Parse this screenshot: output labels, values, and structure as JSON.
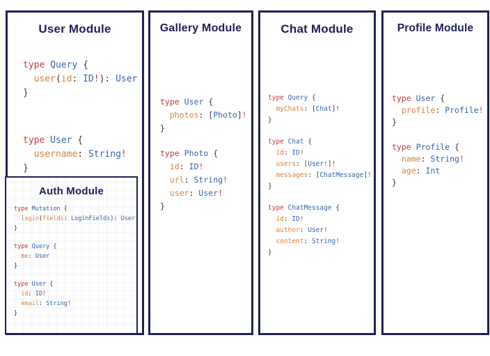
{
  "colors": {
    "navy": "#20205a",
    "keyword_red": "#bf3e3a",
    "type_blue": "#3565ae",
    "field_orange": "#d9813a",
    "punctuation_dark": "#3b3b3b",
    "background": "#ffffff"
  },
  "modules": {
    "user": {
      "title": "User Module",
      "blocks": [
        [
          [
            [
              "k",
              "type"
            ],
            [
              "p",
              " "
            ],
            [
              "t",
              "Query"
            ],
            [
              "p",
              " {"
            ]
          ],
          [
            [
              "p",
              "  "
            ],
            [
              "f",
              "user"
            ],
            [
              "p",
              "("
            ],
            [
              "f",
              "id"
            ],
            [
              "p",
              ": "
            ],
            [
              "t",
              "ID"
            ],
            [
              "b",
              "!"
            ],
            [
              "p",
              "): "
            ],
            [
              "t",
              "User"
            ]
          ],
          [
            [
              "p",
              "}"
            ]
          ]
        ],
        [
          [
            [
              "k",
              "type"
            ],
            [
              "p",
              " "
            ],
            [
              "t",
              "User"
            ],
            [
              "p",
              " {"
            ]
          ],
          [
            [
              "p",
              "  "
            ],
            [
              "f",
              "username"
            ],
            [
              "p",
              ": "
            ],
            [
              "t",
              "String"
            ],
            [
              "b",
              "!"
            ]
          ],
          [
            [
              "p",
              "}"
            ]
          ]
        ]
      ]
    },
    "auth": {
      "title": "Auth Module",
      "blocks": [
        [
          [
            [
              "k",
              "type"
            ],
            [
              "p",
              " "
            ],
            [
              "t",
              "Mutation"
            ],
            [
              "p",
              " {"
            ]
          ],
          [
            [
              "p",
              "  "
            ],
            [
              "f",
              "login"
            ],
            [
              "p",
              "("
            ],
            [
              "f",
              "fields"
            ],
            [
              "p",
              ": "
            ],
            [
              "t",
              "LoginFields"
            ],
            [
              "p",
              "): "
            ],
            [
              "t",
              "User"
            ]
          ],
          [
            [
              "p",
              "}"
            ]
          ]
        ],
        [
          [
            [
              "k",
              "type"
            ],
            [
              "p",
              " "
            ],
            [
              "t",
              "Query"
            ],
            [
              "p",
              " {"
            ]
          ],
          [
            [
              "p",
              "  "
            ],
            [
              "f",
              "me"
            ],
            [
              "p",
              ": "
            ],
            [
              "t",
              "User"
            ]
          ],
          [
            [
              "p",
              "}"
            ]
          ]
        ],
        [
          [
            [
              "k",
              "type"
            ],
            [
              "p",
              " "
            ],
            [
              "t",
              "User"
            ],
            [
              "p",
              " {"
            ]
          ],
          [
            [
              "p",
              "  "
            ],
            [
              "f",
              "id"
            ],
            [
              "p",
              ": "
            ],
            [
              "t",
              "ID"
            ],
            [
              "b",
              "!"
            ]
          ],
          [
            [
              "p",
              "  "
            ],
            [
              "f",
              "email"
            ],
            [
              "p",
              ": "
            ],
            [
              "t",
              "String"
            ],
            [
              "b",
              "!"
            ]
          ],
          [
            [
              "p",
              "}"
            ]
          ]
        ]
      ]
    },
    "gallery": {
      "title": "Gallery Module",
      "blocks": [
        [
          [
            [
              "k",
              "type"
            ],
            [
              "p",
              " "
            ],
            [
              "t",
              "User"
            ],
            [
              "p",
              " {"
            ]
          ],
          [
            [
              "p",
              "  "
            ],
            [
              "f",
              "photos"
            ],
            [
              "p",
              ": ["
            ],
            [
              "t",
              "Photo"
            ],
            [
              "p",
              "]"
            ],
            [
              "b",
              "!"
            ]
          ],
          [
            [
              "p",
              "}"
            ]
          ]
        ],
        [
          [
            [
              "k",
              "type"
            ],
            [
              "p",
              " "
            ],
            [
              "t",
              "Photo"
            ],
            [
              "p",
              " {"
            ]
          ],
          [
            [
              "p",
              "  "
            ],
            [
              "f",
              "id"
            ],
            [
              "p",
              ": "
            ],
            [
              "t",
              "ID"
            ],
            [
              "b",
              "!"
            ]
          ],
          [
            [
              "p",
              "  "
            ],
            [
              "f",
              "url"
            ],
            [
              "p",
              ": "
            ],
            [
              "t",
              "String"
            ],
            [
              "b",
              "!"
            ]
          ],
          [
            [
              "p",
              "  "
            ],
            [
              "f",
              "user"
            ],
            [
              "p",
              ": "
            ],
            [
              "t",
              "User"
            ],
            [
              "b",
              "!"
            ]
          ],
          [
            [
              "p",
              "}"
            ]
          ]
        ]
      ]
    },
    "chat": {
      "title": "Chat Module",
      "blocks": [
        [
          [
            [
              "k",
              "type"
            ],
            [
              "p",
              " "
            ],
            [
              "t",
              "Query"
            ],
            [
              "p",
              " {"
            ]
          ],
          [
            [
              "p",
              "  "
            ],
            [
              "f",
              "myChats"
            ],
            [
              "p",
              ": ["
            ],
            [
              "t",
              "Chat"
            ],
            [
              "p",
              "]"
            ],
            [
              "b",
              "!"
            ]
          ],
          [
            [
              "p",
              "}"
            ]
          ]
        ],
        [
          [
            [
              "k",
              "type"
            ],
            [
              "p",
              " "
            ],
            [
              "t",
              "Chat"
            ],
            [
              "p",
              " {"
            ]
          ],
          [
            [
              "p",
              "  "
            ],
            [
              "f",
              "id"
            ],
            [
              "p",
              ": "
            ],
            [
              "t",
              "ID"
            ],
            [
              "b",
              "!"
            ]
          ],
          [
            [
              "p",
              "  "
            ],
            [
              "f",
              "users"
            ],
            [
              "p",
              ": ["
            ],
            [
              "t",
              "User"
            ],
            [
              "b",
              "!"
            ],
            [
              "p",
              "]"
            ],
            [
              "b",
              "!"
            ]
          ],
          [
            [
              "p",
              "  "
            ],
            [
              "f",
              "messages"
            ],
            [
              "p",
              ": ["
            ],
            [
              "t",
              "ChatMessage"
            ],
            [
              "p",
              "]"
            ],
            [
              "b",
              "!"
            ]
          ],
          [
            [
              "p",
              "}"
            ]
          ]
        ],
        [
          [
            [
              "k",
              "type"
            ],
            [
              "p",
              " "
            ],
            [
              "t",
              "ChatMessage"
            ],
            [
              "p",
              " {"
            ]
          ],
          [
            [
              "p",
              "  "
            ],
            [
              "f",
              "id"
            ],
            [
              "p",
              ": "
            ],
            [
              "t",
              "ID"
            ],
            [
              "b",
              "!"
            ]
          ],
          [
            [
              "p",
              "  "
            ],
            [
              "f",
              "author"
            ],
            [
              "p",
              ": "
            ],
            [
              "t",
              "User"
            ],
            [
              "b",
              "!"
            ]
          ],
          [
            [
              "p",
              "  "
            ],
            [
              "f",
              "content"
            ],
            [
              "p",
              ": "
            ],
            [
              "t",
              "String"
            ],
            [
              "b",
              "!"
            ]
          ],
          [
            [
              "p",
              "}"
            ]
          ]
        ]
      ]
    },
    "profile": {
      "title": "Profile Module",
      "blocks": [
        [
          [
            [
              "k",
              "type"
            ],
            [
              "p",
              " "
            ],
            [
              "t",
              "User"
            ],
            [
              "p",
              " {"
            ]
          ],
          [
            [
              "p",
              "  "
            ],
            [
              "f",
              "profile"
            ],
            [
              "p",
              ": "
            ],
            [
              "t",
              "Profile"
            ],
            [
              "b",
              "!"
            ]
          ],
          [
            [
              "p",
              "}"
            ]
          ]
        ],
        [
          [
            [
              "k",
              "type"
            ],
            [
              "p",
              " "
            ],
            [
              "t",
              "Profile"
            ],
            [
              "p",
              " {"
            ]
          ],
          [
            [
              "p",
              "  "
            ],
            [
              "f",
              "name"
            ],
            [
              "p",
              ": "
            ],
            [
              "t",
              "String"
            ],
            [
              "b",
              "!"
            ]
          ],
          [
            [
              "p",
              "  "
            ],
            [
              "f",
              "age"
            ],
            [
              "p",
              ": "
            ],
            [
              "t",
              "Int"
            ]
          ],
          [
            [
              "p",
              "}"
            ]
          ]
        ]
      ]
    }
  }
}
